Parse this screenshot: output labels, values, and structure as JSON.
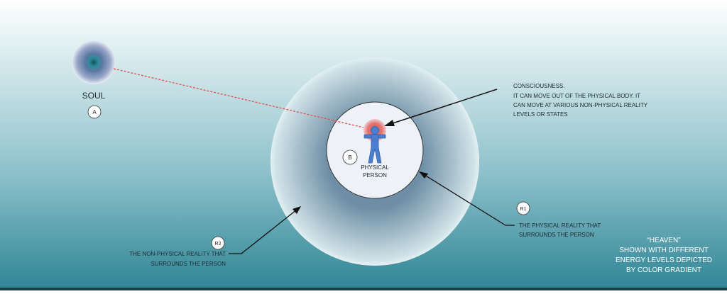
{
  "soul": {
    "label": "SOUL",
    "marker": "A"
  },
  "person": {
    "label_line1": "PHYSICAL",
    "label_line2": "PERSON",
    "marker": "B"
  },
  "consciousness": {
    "lines": [
      "CONSCIOUSNESS.",
      "IT CAN MOVE OUT OF THE PHYSICAL BODY.  IT",
      "CAN MOVE AT VARIOUS NON-PHYSICAL REALITY",
      "LEVELS OR STATES"
    ]
  },
  "r1": {
    "marker": "R1",
    "lines": [
      "THE PHYSICAL REALITY THAT",
      "SURROUNDS THE PERSON"
    ]
  },
  "r2": {
    "marker": "R2",
    "lines": [
      "THE NON-PHYSICAL REALITY THAT",
      "SURROUNDS THE PERSON"
    ]
  },
  "heaven": {
    "lines": [
      "“HEAVEN”",
      "SHOWN WITH DIFFERENT",
      "ENERGY LEVELS DEPICTED",
      "BY COLOR GRADIENT"
    ]
  },
  "colors": {
    "person": "#4a7fcf",
    "aura": "#e07070",
    "link": "#e05050"
  }
}
